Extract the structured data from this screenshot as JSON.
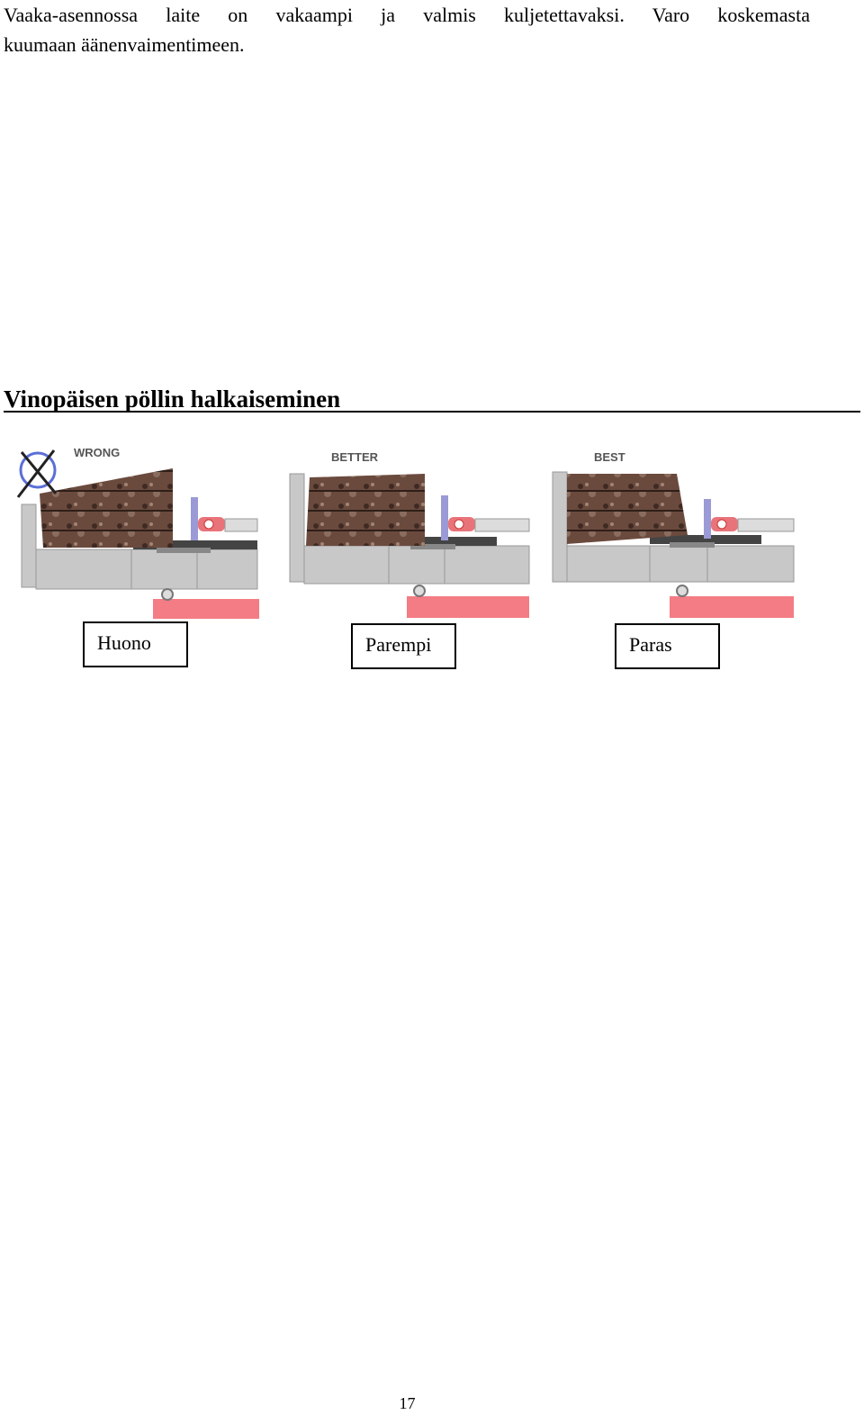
{
  "intro": {
    "line1": "Vaaka-asennossa laite on vakaampi ja valmis kuljetettavaksi. Varo koskemasta",
    "line2": "kuumaan äänenvaimentimeen."
  },
  "section": {
    "heading": "Vinopäisen pöllin halkaiseminen"
  },
  "figures": [
    {
      "tag": "WRONG",
      "caption": "Huono"
    },
    {
      "tag": "BETTER",
      "caption": "Parempi"
    },
    {
      "tag": "BEST",
      "caption": "Paras"
    }
  ],
  "page_number": "17",
  "colors": {
    "frame": "#c8c8c8",
    "log": "#6b4a3e",
    "ram": "#e8747a",
    "base": "#f47c84",
    "plate": "#9b9ad6"
  }
}
